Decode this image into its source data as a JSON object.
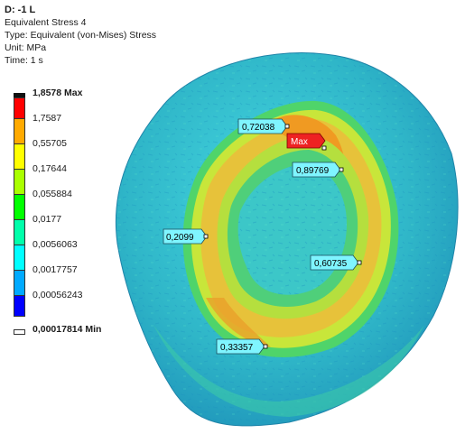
{
  "result": {
    "title": "D: -1 L",
    "name": "Equivalent Stress 4",
    "type": "Type: Equivalent (von-Mises) Stress",
    "unit": "Unit: MPa",
    "time": "Time: 1 s"
  },
  "legend": {
    "max_label": "1,8578 Max",
    "min_label": "0,00017814 Min",
    "levels": [
      "1,7587",
      "0,55705",
      "0,17644",
      "0,055884",
      "0,0177",
      "0,0056063",
      "0,0017757",
      "0,00056243"
    ],
    "colors": [
      "#ff0000",
      "#ffaa00",
      "#ffff00",
      "#aaff00",
      "#00ff00",
      "#00ffaa",
      "#00ffff",
      "#00aaff",
      "#0000ff"
    ]
  },
  "probes": [
    {
      "label": "0,72038"
    },
    {
      "label": "Max"
    },
    {
      "label": "0,89769"
    },
    {
      "label": "0,2099"
    },
    {
      "label": "0,60735"
    },
    {
      "label": "0,33357"
    }
  ],
  "colors": {
    "probe_fill": "#7ff5ff",
    "max_fill": "#ee2222",
    "surface_base": "#2fb7c7"
  }
}
